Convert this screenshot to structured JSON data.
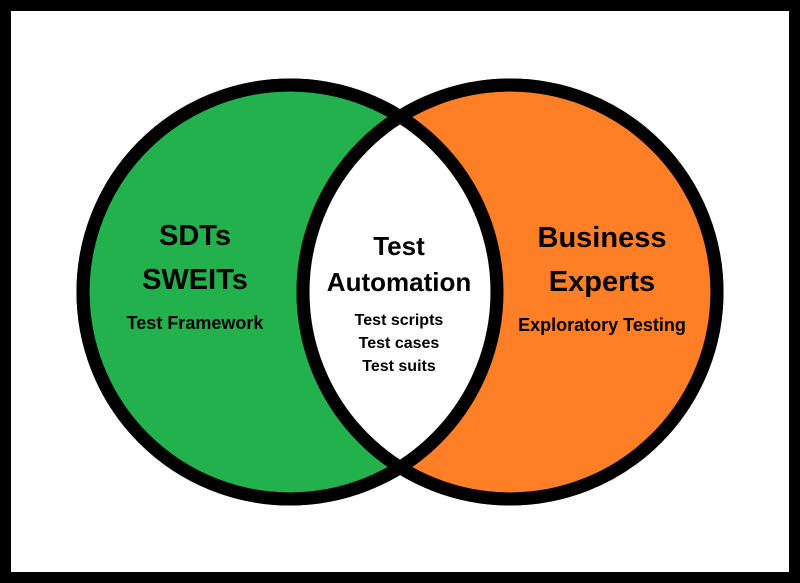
{
  "diagram": {
    "kind": "venn-diagram",
    "colors": {
      "left_fill": "#22B14C",
      "right_fill": "#FF7F27",
      "overlap_fill": "#FFFFFF",
      "circle_stroke": "#000000",
      "frame": "#000000",
      "background": "#FFFFFF",
      "text": "#000000"
    },
    "left_circle": {
      "line1": "SDTs",
      "line2": "SWEITs",
      "subtext": "Test Framework"
    },
    "overlap": {
      "line1": "Test",
      "line2": "Automation",
      "items": [
        "Test scripts",
        "Test cases",
        "Test suits"
      ]
    },
    "right_circle": {
      "line1": "Business",
      "line2": "Experts",
      "subtext": "Exploratory Testing"
    }
  }
}
